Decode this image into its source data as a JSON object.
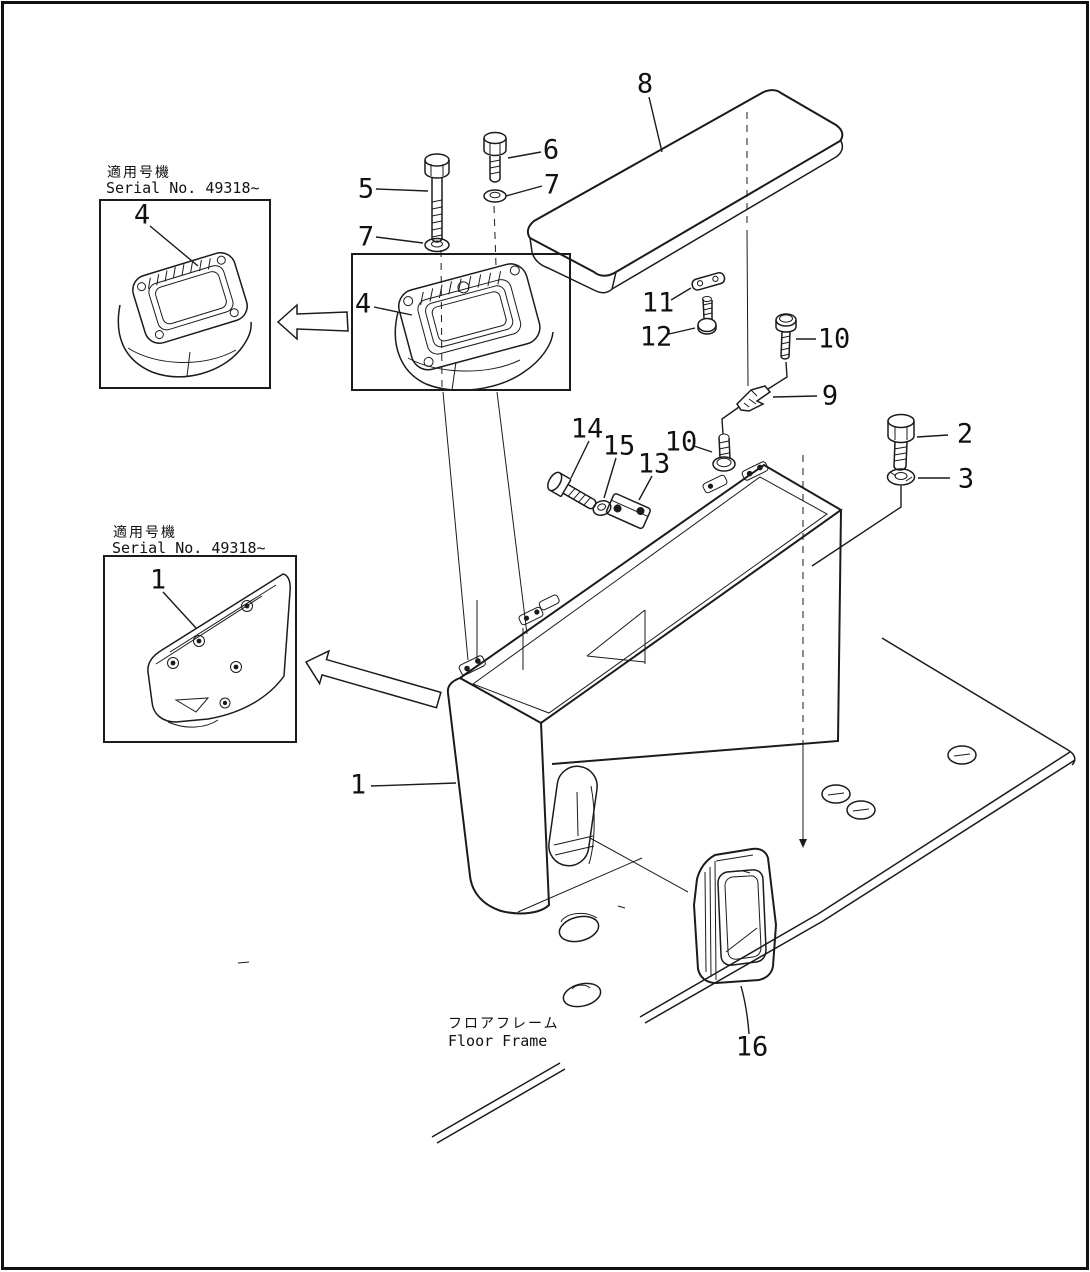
{
  "drawing": {
    "background": "#ffffff",
    "ink": "#1b1b1b",
    "type": "exploded-parts-diagram"
  },
  "insets": {
    "top": {
      "title_jp": "適用号機",
      "title_en": "Serial No. 49318~"
    },
    "middle": {
      "title_jp": "適用号機",
      "title_en": "Serial No. 49318~"
    }
  },
  "floor_frame": {
    "label_jp": "フロアフレーム",
    "label_en": "Floor Frame"
  },
  "callouts": {
    "c1_main": "1",
    "c1_inset": "1",
    "c2": "2",
    "c3": "3",
    "c4_main": "4",
    "c4_inset": "4",
    "c5": "5",
    "c6": "6",
    "c7_top": "7",
    "c7_left": "7",
    "c8": "8",
    "c9": "9",
    "c10_right": "10",
    "c10_left": "10",
    "c11": "11",
    "c12": "12",
    "c13": "13",
    "c14": "14",
    "c15": "15",
    "c16": "16"
  }
}
